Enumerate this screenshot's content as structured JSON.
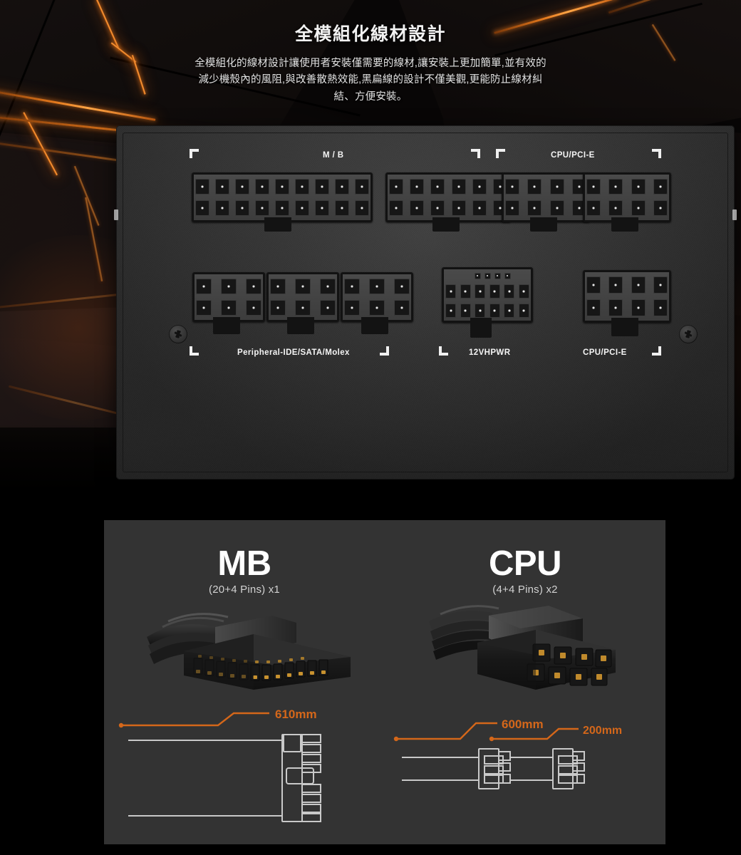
{
  "hero": {
    "title": "全模組化線材設計",
    "subtitle": "全模組化的線材設計讓使用者安裝僅需要的線材,讓安裝上更加簡單,並有效的減少機殼內的風阻,與改善散熱效能,黑扁線的設計不僅美觀,更能防止線材糾結、方便安裝。"
  },
  "psu_panel": {
    "labels": {
      "mb": "M / B",
      "cpu_pcie_top": "CPU/PCI-E",
      "peripheral": "Peripheral-IDE/SATA/Molex",
      "12vhpwr": "12VHPWR",
      "cpu_pcie_bottom": "CPU/PCI-E"
    },
    "connectors": [
      {
        "name": "mb-24pin",
        "pins_per_row": 9,
        "rows": 2,
        "group": "M / B"
      },
      {
        "name": "mb-12pin",
        "pins_per_row": 6,
        "rows": 2,
        "group": "M / B"
      },
      {
        "name": "cpu-pcie-8pin-a",
        "pins_per_row": 4,
        "rows": 2,
        "group": "CPU/PCI-E"
      },
      {
        "name": "cpu-pcie-8pin-b",
        "pins_per_row": 4,
        "rows": 2,
        "group": "CPU/PCI-E"
      },
      {
        "name": "peripheral-6pin-a",
        "pins_per_row": 3,
        "rows": 2,
        "group": "Peripheral-IDE/SATA/Molex"
      },
      {
        "name": "peripheral-6pin-b",
        "pins_per_row": 3,
        "rows": 2,
        "group": "Peripheral-IDE/SATA/Molex"
      },
      {
        "name": "peripheral-6pin-c",
        "pins_per_row": 3,
        "rows": 2,
        "group": "Peripheral-IDE/SATA/Molex"
      },
      {
        "name": "12vhpwr-16pin",
        "pins_per_row": 6,
        "rows": 2,
        "sense_pins": 4,
        "group": "12VHPWR"
      },
      {
        "name": "cpu-pcie-8pin-c",
        "pins_per_row": 4,
        "rows": 2,
        "group": "CPU/PCI-E"
      }
    ]
  },
  "cards": [
    {
      "id": "mb",
      "title": "MB",
      "sub": "(20+4 Pins) x1",
      "photo_alt": "20+4 pin motherboard cable connector",
      "measurements": [
        {
          "label": "610mm"
        }
      ]
    },
    {
      "id": "cpu",
      "title": "CPU",
      "sub": "(4+4 Pins) x2",
      "photo_alt": "4+4 pin CPU cable connector",
      "measurements": [
        {
          "label": "600mm"
        },
        {
          "label": "200mm"
        }
      ]
    }
  ],
  "colors": {
    "accent_orange": "#d4671a",
    "panel_gray": "#333333",
    "card_bg": "#333333",
    "text_white": "#ffffff",
    "line_gray": "#c9c9c9"
  }
}
